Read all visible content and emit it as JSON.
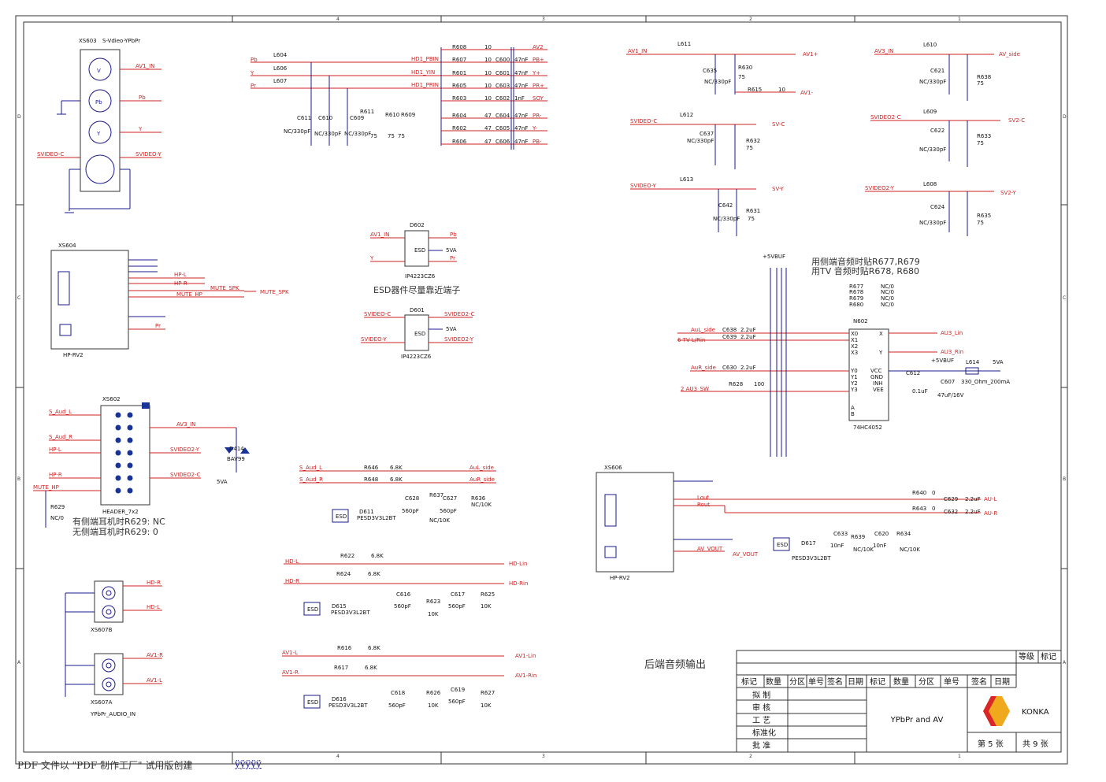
{
  "sheet": {
    "title": "YPbPr and AV",
    "section_caption": "后端音频输出",
    "page_label": "第 5 张",
    "total_label": "共 9 张",
    "brand": "KONKA"
  },
  "rulers": {
    "columns": [
      "4",
      "3",
      "2",
      "1"
    ],
    "rows": [
      "D",
      "C",
      "B",
      "A"
    ]
  },
  "title_block": {
    "top_labels": [
      "等级",
      "标记"
    ],
    "header": [
      "标记",
      "数量",
      "分区",
      "单号",
      "签名",
      "日期",
      "标记",
      "数量",
      "分区",
      "单号",
      "签名",
      "日期"
    ],
    "rows": [
      "拟  制",
      "审  核",
      "工  艺",
      "标准化",
      "批  准"
    ]
  },
  "notes": {
    "audio_pick": [
      "用侧端音频时贴R677,R679",
      "用TV 音频时贴R678, R680"
    ],
    "esd_note": "ESD器件尽量靠近端子",
    "earphone_note": [
      "有侧端耳机时R629: NC",
      "无侧端耳机时R629: 0"
    ]
  },
  "connectors": {
    "xs603": {
      "ref": "XS603",
      "name": "S-Vdieo-YPbPr",
      "pins": [
        "V",
        "Pb",
        "Y"
      ],
      "nets": [
        "AV1_IN",
        "Pb",
        "Y",
        "SVIDEO-Y",
        "SVIDEO-C"
      ]
    },
    "xs604": {
      "ref": "XS604",
      "name": "HP-RV2",
      "nets": [
        "HP-L",
        "HP-R",
        "MUTE_HP",
        "MUTE_SPK",
        "Pr"
      ]
    },
    "xs602": {
      "ref": "XS602",
      "name": "HEADER_7x2",
      "nets": [
        "S_Aud_L",
        "S_Aud_R",
        "HP-L",
        "HP-R",
        "MUTE_HP",
        "AV3_IN",
        "SVIDEO2-Y",
        "SVIDEO2-C"
      ]
    },
    "xs606": {
      "ref": "XS606",
      "name": "HP-RV2",
      "nets": [
        "Lout",
        "Rout",
        "AV_VOUT"
      ]
    },
    "xs607b": {
      "ref": "XS607B",
      "nets": [
        "HD-R",
        "HD-L"
      ]
    },
    "xs607a": {
      "ref": "XS607A",
      "name": "YPbPr_AUDIO_IN",
      "nets": [
        "AV1-R",
        "AV1-L"
      ]
    }
  },
  "ic": {
    "n602": {
      "ref": "N602",
      "part": "74HC4052",
      "pins_left": [
        "X0",
        "X1",
        "X2",
        "X3",
        "Y0",
        "Y1",
        "Y2",
        "Y3",
        "A",
        "B"
      ],
      "pins_right": [
        "X",
        "Y",
        "VCC",
        "GND",
        "INH",
        "VEE"
      ]
    },
    "d602": {
      "ref": "D602",
      "part": "IP4223CZ6",
      "nets": [
        "AV1_IN",
        "Y",
        "Pb",
        "5VA",
        "Pr"
      ]
    },
    "d601": {
      "ref": "D601",
      "part": "IP4223CZ6",
      "nets": [
        "SVIDEO-C",
        "SVIDEO-Y",
        "SVIDEO2-C",
        "5VA",
        "SVIDEO2-Y"
      ]
    }
  },
  "ypbpr_chain": [
    {
      "r": "R608",
      "v": "10",
      "c": "",
      "cv": "",
      "net": "AV2"
    },
    {
      "r": "R607",
      "v": "10",
      "c": "C600",
      "cv": "47nF",
      "net": "PB+"
    },
    {
      "r": "R601",
      "v": "10",
      "c": "C601",
      "cv": "47nF",
      "net": "Y+"
    },
    {
      "r": "R605",
      "v": "10",
      "c": "C603",
      "cv": "47nF",
      "net": "PR+"
    },
    {
      "r": "R603",
      "v": "10",
      "c": "C602",
      "cv": "1nF",
      "net": "SOY"
    },
    {
      "r": "R604",
      "v": "47",
      "c": "C604",
      "cv": "47nF",
      "net": "PR-"
    },
    {
      "r": "R602",
      "v": "47",
      "c": "C605",
      "cv": "47nF",
      "net": "Y-"
    },
    {
      "r": "R606",
      "v": "47",
      "c": "C606",
      "cv": "47nF",
      "net": "PB-"
    }
  ],
  "right_nets": [
    "AV1+",
    "AV1-",
    "SV-C",
    "SV-Y",
    "AV_side",
    "SV2-C",
    "SV2-Y",
    "AU3_Lin",
    "AU3_Rin",
    "AU-L",
    "AU-R",
    "HD-Lin",
    "HD-Rin",
    "AV1-Lin",
    "AV1-Rin"
  ],
  "footer": {
    "text": "PDF 文件以 \"PDF 制作工厂\" 试用版创建",
    "link": "ÿÿÿÿÿ"
  }
}
